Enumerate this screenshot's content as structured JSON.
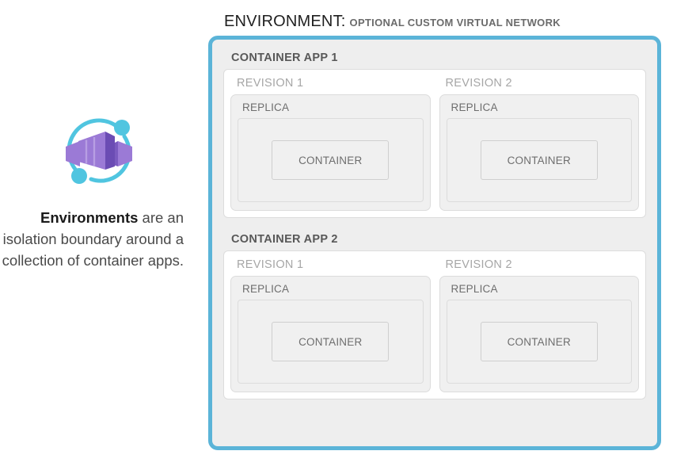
{
  "left": {
    "icon_name": "azure-container-apps-icon",
    "caption_lead": "Environments",
    "caption_rest": " are an isolation boundary around a collection of container apps."
  },
  "heading": {
    "title": "ENVIRONMENT:",
    "subtitle": "OPTIONAL CUSTOM VIRTUAL NETWORK"
  },
  "colors": {
    "environment_border": "#5bb4d8",
    "panel_fill": "#eeeeee",
    "revision_panel_fill": "#ffffff",
    "box_fill": "#f0f0f0",
    "box_border": "#dcdcdc",
    "icon_purple": "#8661c5",
    "icon_cyan": "#50c5e0"
  },
  "environment": {
    "apps": [
      {
        "title": "CONTAINER APP 1",
        "revisions": [
          {
            "title": "REVISION 1",
            "replica": {
              "title": "REPLICA",
              "container": "CONTAINER"
            }
          },
          {
            "title": "REVISION 2",
            "replica": {
              "title": "REPLICA",
              "container": "CONTAINER"
            }
          }
        ]
      },
      {
        "title": "CONTAINER APP 2",
        "revisions": [
          {
            "title": "REVISION 1",
            "replica": {
              "title": "REPLICA",
              "container": "CONTAINER"
            }
          },
          {
            "title": "REVISION 2",
            "replica": {
              "title": "REPLICA",
              "container": "CONTAINER"
            }
          }
        ]
      }
    ]
  }
}
